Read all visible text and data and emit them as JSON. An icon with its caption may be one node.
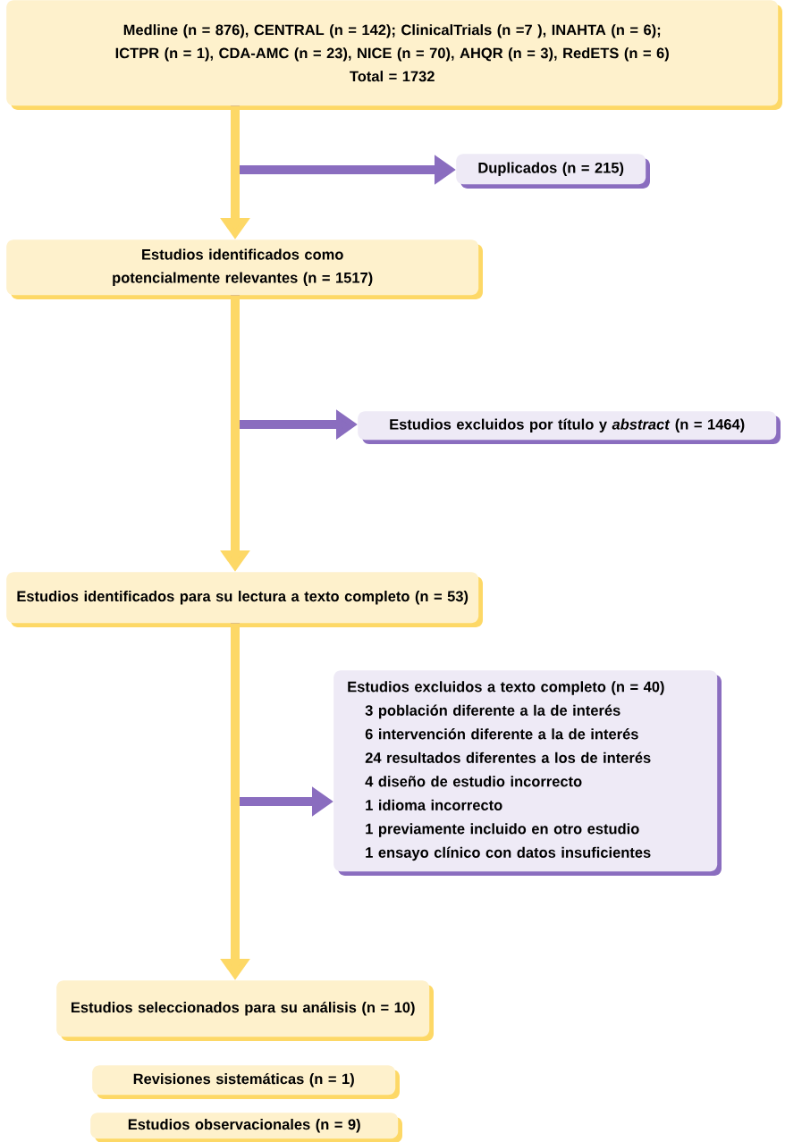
{
  "diagram": {
    "nodes": [
      {
        "text": [
          "Medline (n = 876), CENTRAL (n = 142); ClinicalTrials (n =7 ), INAHTA (n = 6); ICTPR (n = 1), CDA-AMC (n = 23), NICE (n = 70), AHQR (n = 3), RedETS (n = 6)",
          "Total = 1732"
        ]
      },
      {
        "text": [
          "Duplicados (n = 215)"
        ]
      },
      {
        "text": [
          "Estudios identificados como potencialmente relevantes (n = 1517)"
        ]
      },
      {
        "text": [
          "Estudios excluidos por título y *abstract* (n = 1464)"
        ]
      },
      {
        "text": [
          "Estudios identificados para su lectura a texto completo (n = 53)"
        ]
      },
      {
        "text": [
          "Estudios excluidos a texto completo (n = 40)",
          "3 población diferente a la de interés",
          "6 intervención diferente a la de interés",
          "24 resultados diferentes a los de interés",
          "4 diseño de estudio incorrecto",
          "1 idioma incorrecto",
          "1 previamente incluido en otro estudio",
          "1 ensayo clínico con datos insuficientes"
        ]
      },
      {
        "text": [
          "Estudios seleccionados para su análisis (n = 10)"
        ]
      },
      {
        "text": [
          "Revisiones sistemáticas (n = 1)"
        ]
      },
      {
        "text": [
          "Estudios observacionales (n = 9)"
        ]
      }
    ],
    "edges": [
      {
        "from": 0,
        "to": 2,
        "arrow": "to",
        "color": "#fdd866"
      },
      {
        "from": 0,
        "to": 1,
        "arrow": "to",
        "color": "#8a6dbf"
      },
      {
        "from": 2,
        "to": 4,
        "arrow": "to",
        "color": "#fdd866"
      },
      {
        "from": 2,
        "to": 3,
        "arrow": "to",
        "color": "#8a6dbf"
      },
      {
        "from": 4,
        "to": 6,
        "arrow": "to",
        "color": "#fdd866"
      },
      {
        "from": 4,
        "to": 5,
        "arrow": "to",
        "color": "#8a6dbf"
      }
    ]
  }
}
